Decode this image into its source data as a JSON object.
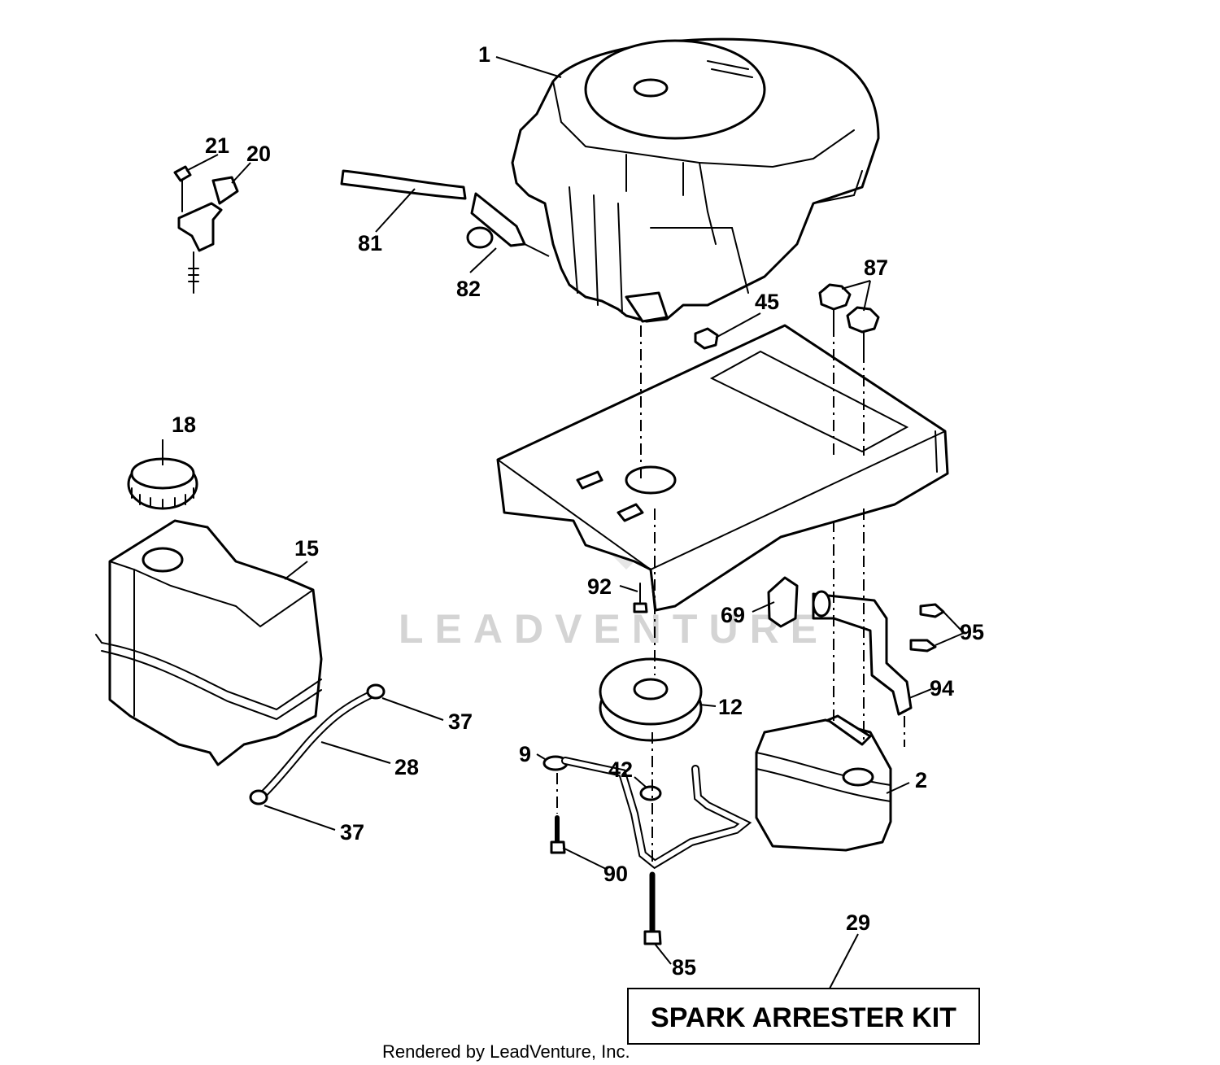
{
  "watermark": "LEADVENTURE",
  "footer": "Rendered by LeadVenture, Inc.",
  "kit_label": "SPARK ARRESTER KIT",
  "callouts": {
    "c1": "1",
    "c21": "21",
    "c20": "20",
    "c81": "81",
    "c82": "82",
    "c87": "87",
    "c45": "45",
    "c18": "18",
    "c15": "15",
    "c92": "92",
    "c69": "69",
    "c95": "95",
    "c94": "94",
    "c12": "12",
    "c37a": "37",
    "c28": "28",
    "c37b": "37",
    "c9": "9",
    "c42": "42",
    "c2": "2",
    "c90": "90",
    "c85": "85",
    "c29": "29"
  }
}
